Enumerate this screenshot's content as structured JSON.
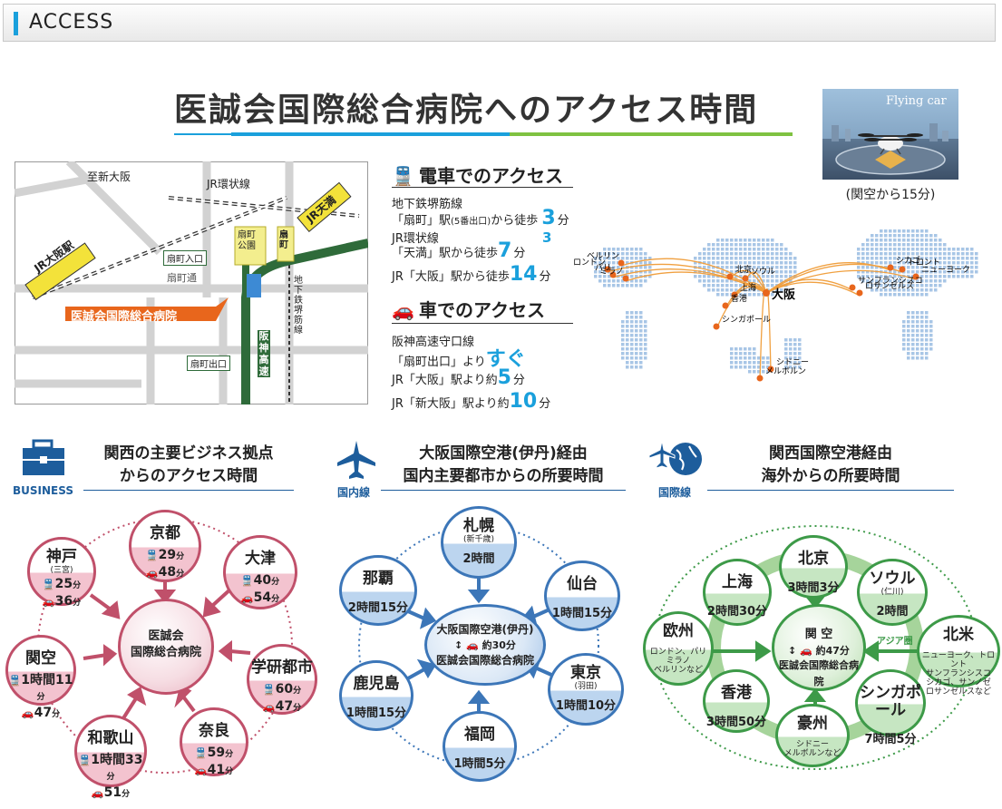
{
  "header": {
    "title": "ACCESS"
  },
  "title": "医誠会国際総合病院へのアクセス時間",
  "flying_car": {
    "label": "Flying car",
    "caption": "(関空から15分)"
  },
  "map": {
    "labels": {
      "shinosaka": "至新大阪",
      "jr_loop": "JR環状線",
      "jr_osaka": "JR大阪駅",
      "jr_tenma": "JR天満",
      "ogimachi_park": "扇町公園",
      "ogimachi": "扇町",
      "ogimachi_entrance": "扇町入口",
      "ogimachi_dori": "扇町通",
      "hospital": "医誠会国際総合病院",
      "ogimachi_exit": "扇町出口",
      "subway": "地下鉄堺筋線",
      "hanshin": "阪神高速"
    }
  },
  "train": {
    "heading": "電車でのアクセス",
    "r1_top": "地下鉄堺筋線",
    "r1_a": "「扇町」駅",
    "r1_small": "(5番出口)",
    "r1_b": "から徒歩",
    "r1_num": "3",
    "r1_unit": "分",
    "r2_top": "JR環状線",
    "r2_top_num": "3",
    "r2_a": "「天満」駅から徒歩",
    "r2_num": "7",
    "r2_unit": "分",
    "r3_a": "JR「大阪」駅から徒歩",
    "r3_num": "14",
    "r3_unit": "分"
  },
  "car": {
    "heading": "車でのアクセス",
    "r1_top": "阪神高速守口線",
    "r1_a": "「扇町出口」より",
    "r1_num": "すぐ",
    "r2_a": "JR「大阪」駅より約",
    "r2_num": "5",
    "r2_unit": "分",
    "r3_a": "JR「新大阪」駅より約",
    "r3_num": "10",
    "r3_unit": "分"
  },
  "world": {
    "hub": "大阪",
    "cities": [
      "ベルリン",
      "ロンドン",
      "パリ",
      "ミラノ",
      "北京",
      "ソウル",
      "上海",
      "香港",
      "シンガポール",
      "シドニー",
      "メルボルン",
      "シカゴ",
      "トロント",
      "ニューヨーク",
      "サンフランシスコ",
      "ロサンゼルス"
    ]
  },
  "business": {
    "badge": "BUSINESS",
    "title1": "関西の主要ビジネス拠点",
    "title2": "からのアクセス時間",
    "center1": "医誠会",
    "center2": "国際総合病院",
    "nodes": [
      {
        "name": "京都",
        "sub": "",
        "t1": "29",
        "u1": "分",
        "t2": "48",
        "u2": "分"
      },
      {
        "name": "大津",
        "sub": "",
        "t1": "40",
        "u1": "分",
        "t2": "54",
        "u2": "分"
      },
      {
        "name": "学研都市",
        "sub": "",
        "t1": "60",
        "u1": "分",
        "t2": "47",
        "u2": "分"
      },
      {
        "name": "奈良",
        "sub": "",
        "t1": "59",
        "u1": "分",
        "t2": "41",
        "u2": "分"
      },
      {
        "name": "和歌山",
        "sub": "",
        "t1": "1時間33",
        "u1": "分",
        "t2": "51",
        "u2": "分"
      },
      {
        "name": "関空",
        "sub": "",
        "t1": "1時間11",
        "u1": "分",
        "t2": "47",
        "u2": "分"
      },
      {
        "name": "神戸",
        "sub": "(三宮)",
        "t1": "25",
        "u1": "分",
        "t2": "36",
        "u2": "分"
      }
    ]
  },
  "domestic": {
    "badge": "国内線",
    "title1": "大阪国際空港(伊丹)経由",
    "title2": "国内主要都市からの所要時間",
    "center1": "大阪国際空港(伊丹)",
    "center_time": "約30分",
    "center2": "医誠会国際総合病院",
    "nodes": [
      {
        "name": "札幌",
        "sub": "(新千歳)",
        "time": "2時間"
      },
      {
        "name": "仙台",
        "sub": "",
        "time": "1時間15分"
      },
      {
        "name": "東京",
        "sub": "(羽田)",
        "time": "1時間10分"
      },
      {
        "name": "福岡",
        "sub": "",
        "time": "1時間5分"
      },
      {
        "name": "鹿児島",
        "sub": "",
        "time": "1時間15分"
      },
      {
        "name": "那覇",
        "sub": "",
        "time": "2時間15分"
      }
    ]
  },
  "international": {
    "badge": "国際線",
    "title1": "関西国際空港経由",
    "title2": "海外からの所要時間",
    "center1": "関 空",
    "center_time": "約47分",
    "center2": "医誠会国際総合病院",
    "asia": "アジア圏",
    "nodes": [
      {
        "name": "北京",
        "sub": "",
        "time": "3時間3分"
      },
      {
        "name": "ソウル",
        "sub": "(仁川)",
        "time": "2時間"
      },
      {
        "name": "上海",
        "sub": "",
        "time": "2時間30分"
      },
      {
        "name": "香港",
        "sub": "",
        "time": "3時間50分"
      },
      {
        "name": "豪州",
        "sub": "シドニー\nメルボルンなど",
        "time": ""
      },
      {
        "name": "シンガポール",
        "sub": "",
        "time": "7時間5分"
      },
      {
        "name": "欧州",
        "sub": "ロンドン、パリ\nミラノ\nベルリンなど",
        "time": ""
      },
      {
        "name": "北米",
        "sub": "ニューヨーク、トロント\nサンフランシスコ\nシカゴ、サンノゼ\nロサンゼルスなど",
        "time": ""
      }
    ]
  },
  "colors": {
    "accent": "#1aa0dc",
    "green": "#7fc241",
    "pink": "#c0506a",
    "blue": "#3c76b8",
    "dgreen": "#3d9a48",
    "orange": "#e8661c"
  }
}
